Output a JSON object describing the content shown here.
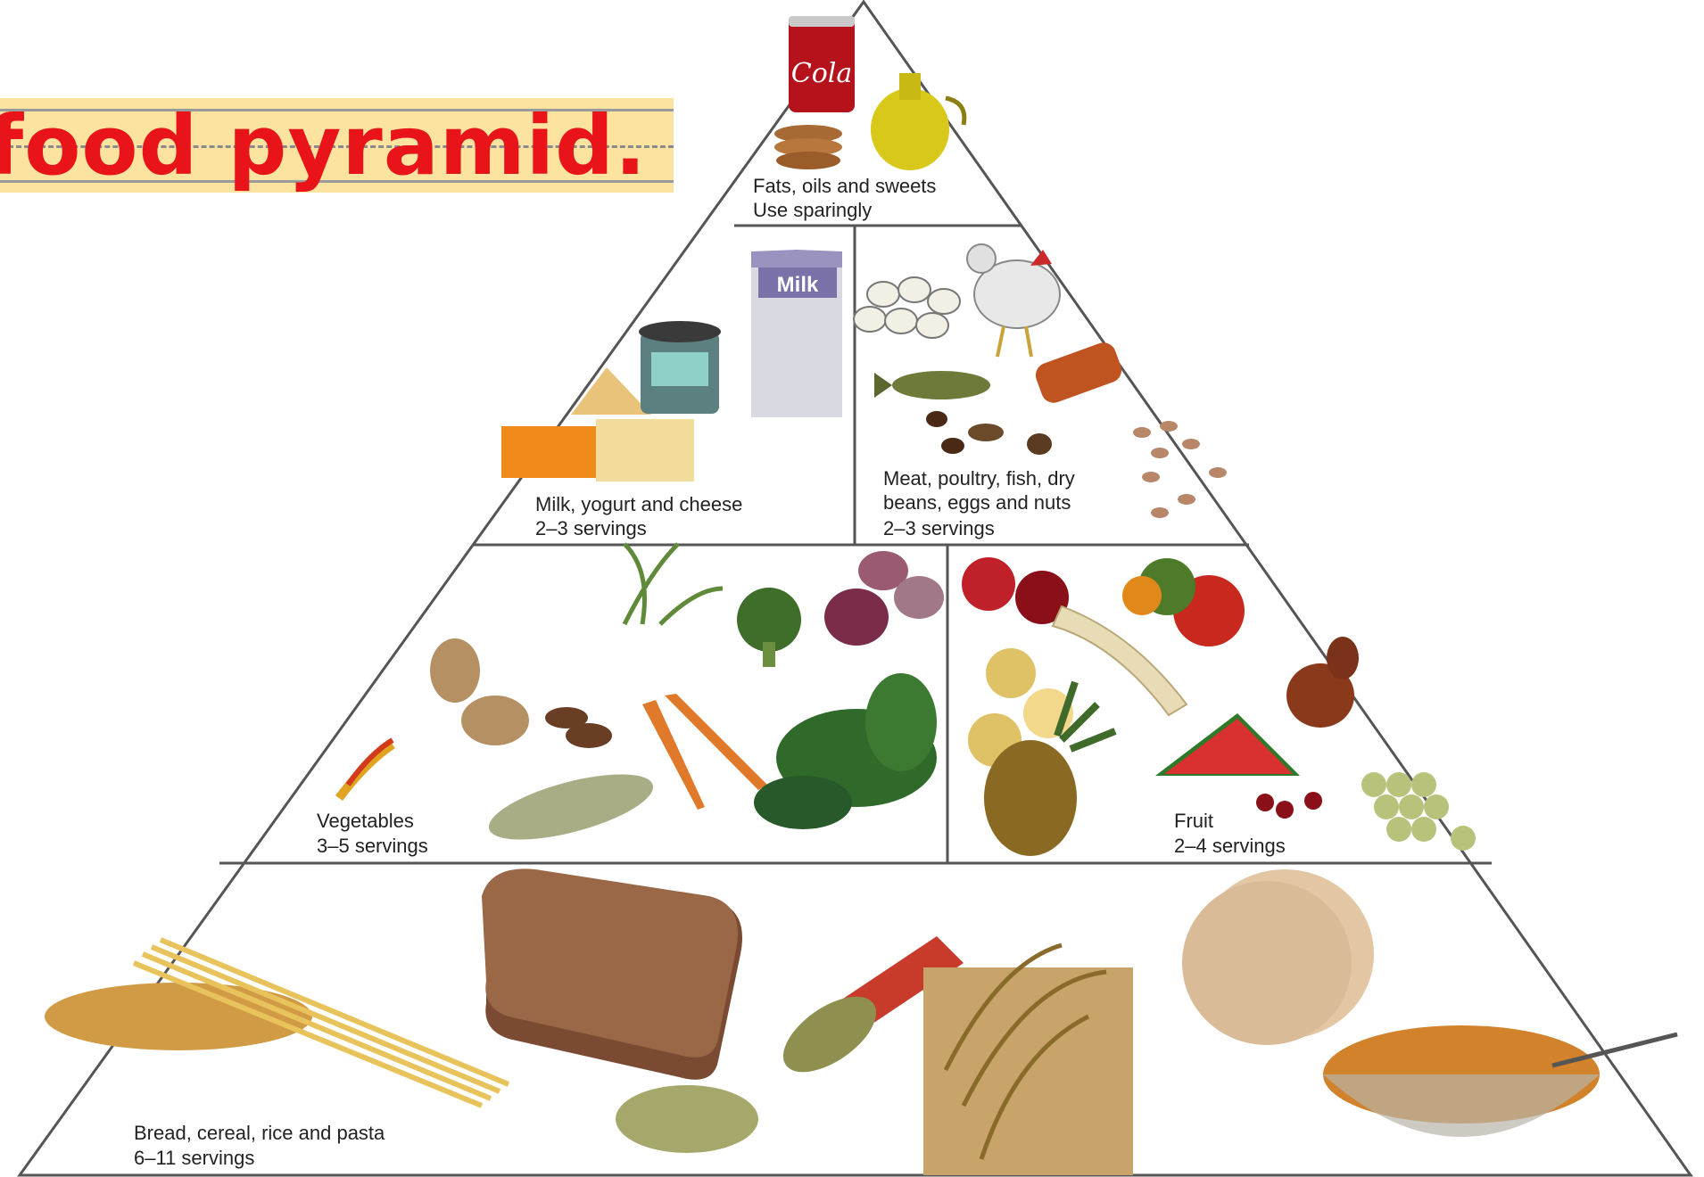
{
  "title": "is a food pyramid.",
  "tiers": [
    {
      "name": "Fats, oils and sweets",
      "servings": "Use sparingly",
      "icons": [
        "cola-can-icon",
        "oil-bottle-icon",
        "cookies-icon"
      ]
    },
    {
      "name": "Milk, yogurt and cheese",
      "servings": "2–3 servings",
      "icons": [
        "cheese-icon",
        "yogurt-cup-icon",
        "milk-carton-icon"
      ]
    },
    {
      "name_line1": "Meat, poultry, fish, dry",
      "name_line2": "beans, eggs and nuts",
      "servings": "2–3 servings",
      "icons": [
        "eggs-icon",
        "chicken-icon",
        "fish-icon",
        "meat-icon",
        "nuts-icon",
        "beans-icon"
      ]
    },
    {
      "name": "Vegetables",
      "servings": "3–5 servings",
      "icons": [
        "potato-icon",
        "carrot-icon",
        "broccoli-icon",
        "onion-icon",
        "spinach-icon",
        "corn-icon",
        "mushroom-icon",
        "pepper-icon"
      ]
    },
    {
      "name": "Fruit",
      "servings": "2–4 servings",
      "icons": [
        "apple-icon",
        "banana-icon",
        "orange-icon",
        "lemon-icon",
        "pineapple-icon",
        "watermelon-icon",
        "pear-icon",
        "grapes-icon",
        "cherries-icon"
      ]
    },
    {
      "name": "Bread, cereal, rice and pasta",
      "servings": "6–11 servings",
      "icons": [
        "pasta-icon",
        "bread-icon",
        "rice-scoop-icon",
        "wheat-icon",
        "tortilla-icon",
        "cereal-bowl-icon"
      ]
    }
  ],
  "milk_label": "Milk",
  "cola_label": "Cola",
  "colors": {
    "title": "#e8141a",
    "banner": "#fde3a0",
    "outline": "#444444"
  }
}
